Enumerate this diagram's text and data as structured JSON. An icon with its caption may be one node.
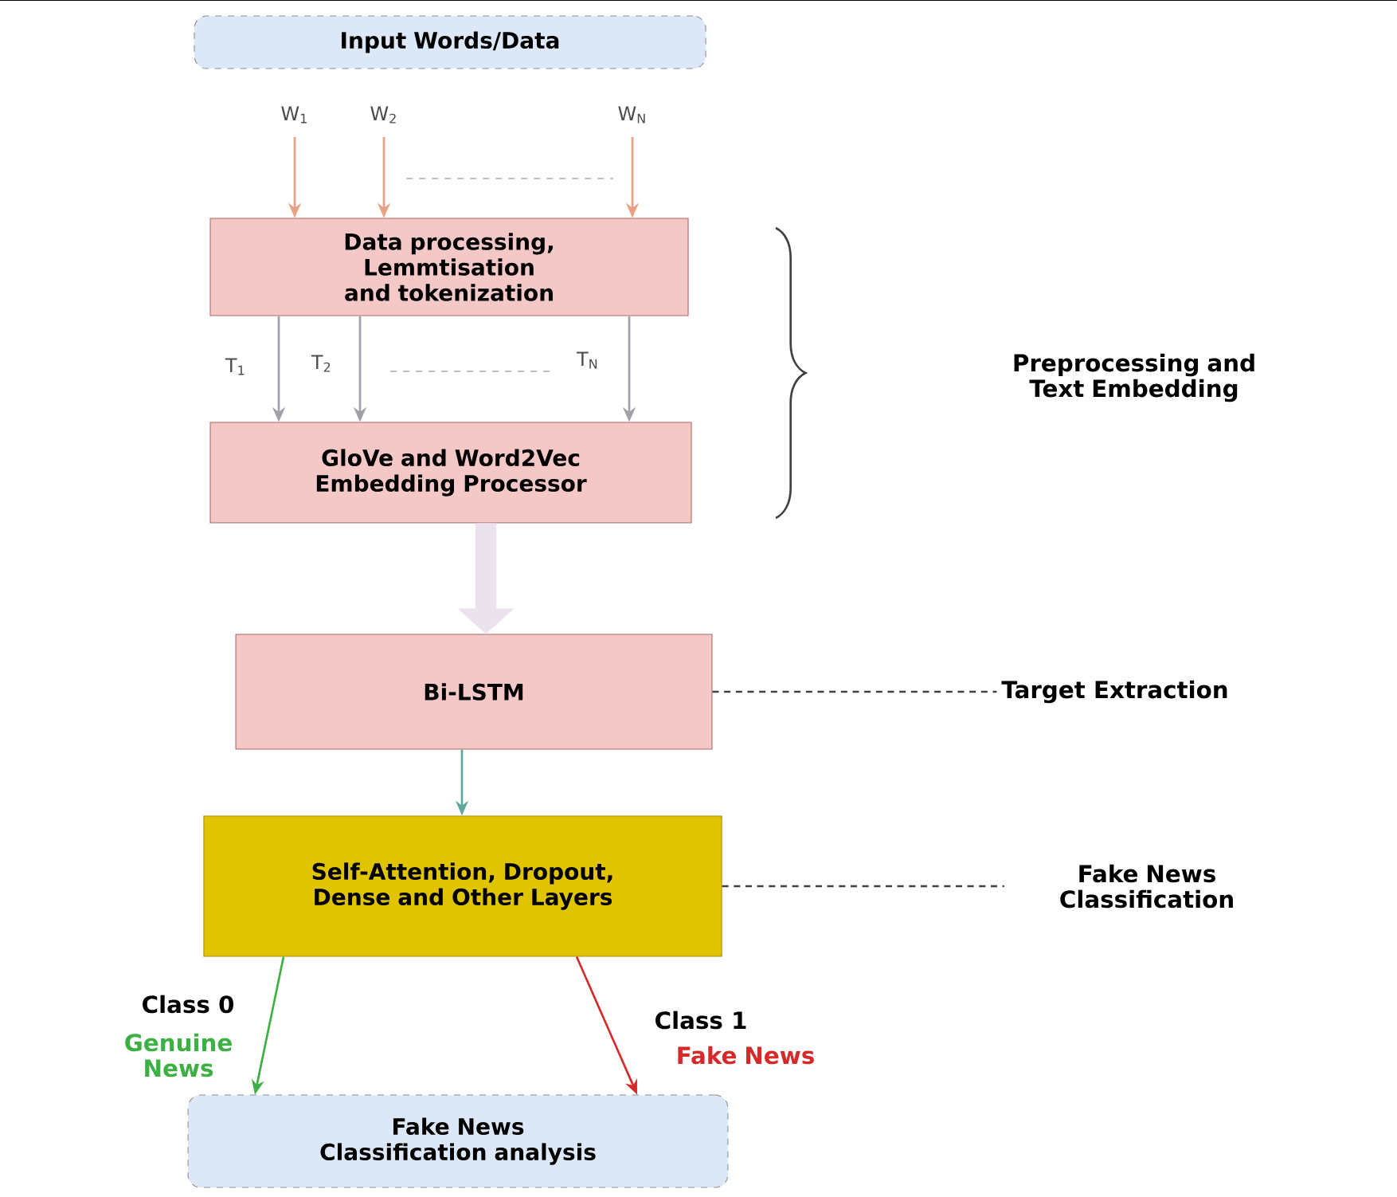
{
  "diagram": {
    "nodes": [
      {
        "text": [
          "Input Words/Data"
        ]
      },
      {
        "text": [
          "Data processing, Lemmtisation and tokenization"
        ]
      },
      {
        "text": [
          "GloVe and Word2Vec Embedding Processor"
        ]
      },
      {
        "text": [
          "Bi-LSTM"
        ]
      },
      {
        "text": [
          "Self-Attention, Dropout, Dense and Other Layers"
        ]
      },
      {
        "text": [
          "Fake News Classification analysis"
        ]
      },
      {
        "text": [
          "Target Extraction"
        ]
      },
      {
        "text": [
          "Fake News Classification"
        ]
      }
    ],
    "edges": [
      {
        "from": null,
        "to": 1,
        "arrow": "to",
        "label": "W$_{1}$",
        "color": "#e8a080"
      },
      {
        "from": null,
        "to": 1,
        "arrow": "to",
        "label": "W$_{2}$",
        "color": "#e8a080"
      },
      {
        "from": null,
        "to": 1,
        "arrow": "to",
        "label": "W$_{N}$",
        "color": "#e8a080"
      },
      {
        "from": 1,
        "to": 2,
        "arrow": "to",
        "label": "T$_{1}$",
        "color": "#a0a0a8"
      },
      {
        "from": 1,
        "to": 2,
        "arrow": "to",
        "label": "T$_{2}$",
        "color": "#a0a0a8"
      },
      {
        "from": 1,
        "to": 2,
        "arrow": "to",
        "label": "T$_{N}$",
        "color": "#a0a0a8"
      },
      {
        "from": 2,
        "to": 3,
        "arrow": "to",
        "style": "thick",
        "color": "#ece2ee"
      },
      {
        "from": 3,
        "to": 4,
        "arrow": "to",
        "color": "#5fa89c"
      },
      {
        "from": 4,
        "to": 5,
        "arrow": "to",
        "label": "Class 0",
        "color": "#3cb043"
      },
      {
        "from": 4,
        "to": 5,
        "arrow": "to",
        "label": "Class 1",
        "color": "#d62a2a"
      },
      {
        "from": 3,
        "to": 6,
        "arrow": "none",
        "style": "dashed",
        "color": "#404040"
      },
      {
        "from": 4,
        "to": 7,
        "arrow": "none",
        "style": "dashed",
        "color": "#404040"
      }
    ],
    "labels": [
      "Preprocessing and Text Embedding",
      "Genuine News",
      "Fake News"
    ]
  }
}
